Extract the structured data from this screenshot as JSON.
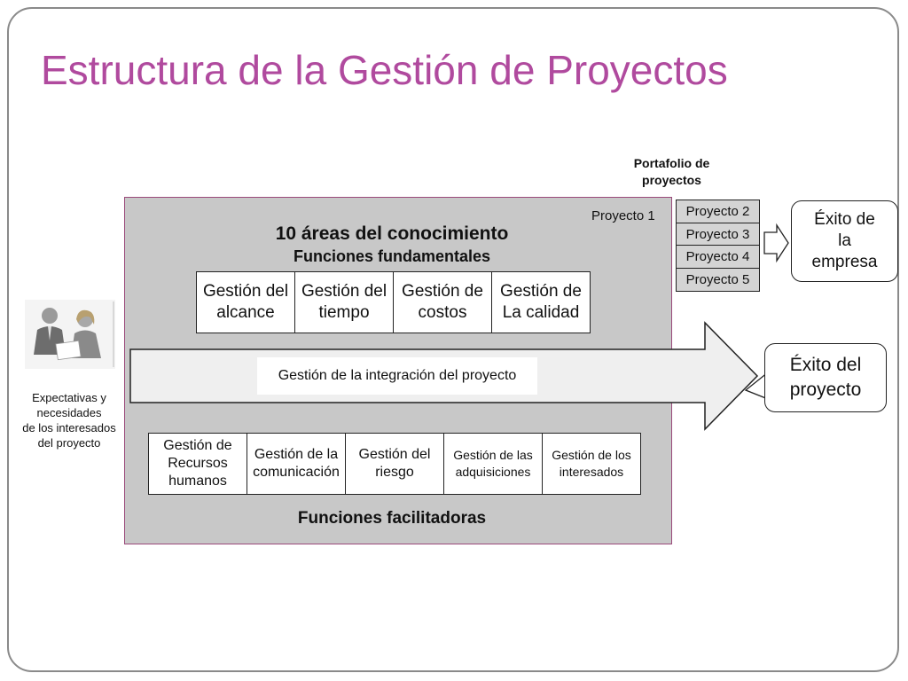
{
  "title": "Estructura de la Gestión de Proyectos",
  "portfolio_label": "Portafolio de proyectos",
  "proyecto1": "Proyecto 1",
  "areas_title": "10 áreas del conocimiento",
  "fundamental_label": "Funciones fundamentales",
  "fundamental_areas": [
    "Gestión del\nalcance",
    "Gestión del\ntiempo",
    "Gestión de\ncostos",
    "Gestión de\nLa calidad"
  ],
  "integration": "Gestión de la integración del proyecto",
  "facilitating_areas": [
    "Gestión de\nRecursos\nhumanos",
    "Gestión de la\ncomunicación",
    "Gestión del\nriesgo",
    "Gestión de las\nadquisiciones",
    "Gestión de los\ninteresados"
  ],
  "facilitating_label": "Funciones facilitadoras",
  "portfolio_projects": [
    "Proyecto 2",
    "Proyecto 3",
    "Proyecto 4",
    "Proyecto 5"
  ],
  "exito_empresa": "Éxito de\nla\nempresa",
  "exito_proyecto": "Éxito del\nproyecto",
  "stakeholders": "Expectativas y\nnecesidades\nde los interesados\ndel proyecto",
  "colors": {
    "title": "#b04a9e",
    "main_box": "#c8c8c8",
    "arrow_fill": "#efefef"
  }
}
